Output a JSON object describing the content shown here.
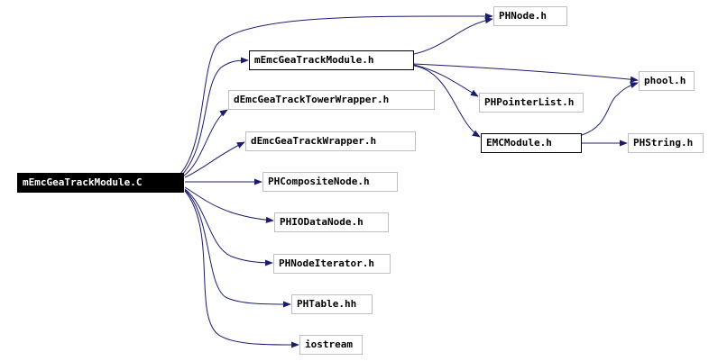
{
  "graph": {
    "edge_color": "#1c1c6e",
    "root": {
      "label": "mEmcGeaTrackModule.C"
    },
    "nodes": {
      "phnode": "PHNode.h",
      "memcmodule": "mEmcGeaTrackModule.h",
      "phool": "phool.h",
      "towerwrapper": "dEmcGeaTrackTowerWrapper.h",
      "phpointerlist": "PHPointerList.h",
      "emcmodule": "EMCModule.h",
      "phstring": "PHString.h",
      "wrapper": "dEmcGeaTrackWrapper.h",
      "phcomposite": "PHCompositeNode.h",
      "phiodata": "PHIODataNode.h",
      "phnodeiter": "PHNodeIterator.h",
      "phtable": "PHTable.hh",
      "iostream": "iostream"
    }
  }
}
